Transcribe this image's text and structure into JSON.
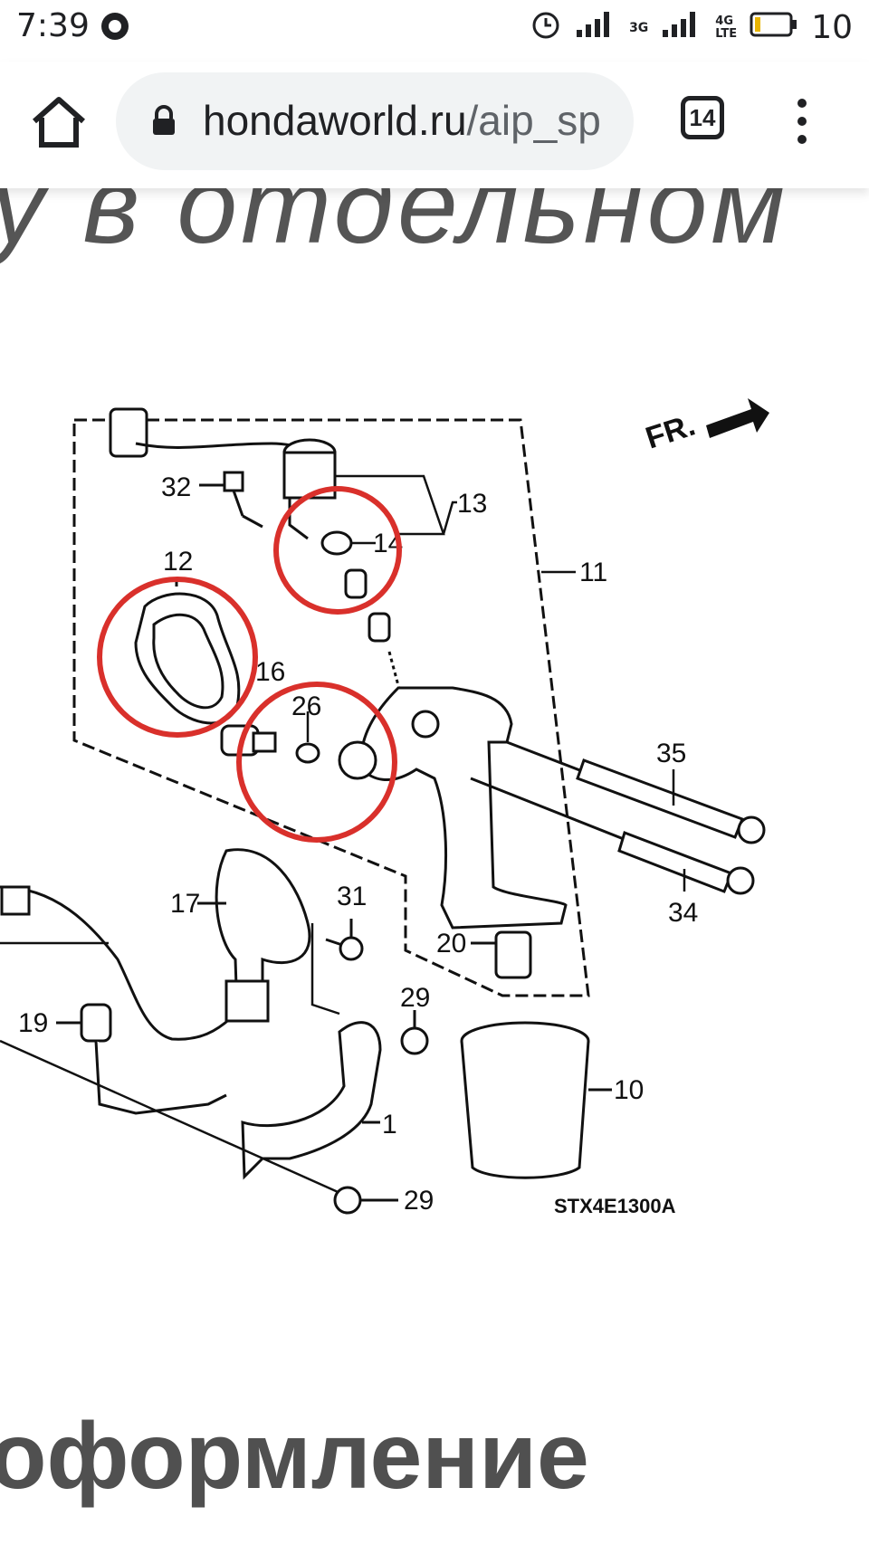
{
  "status_bar": {
    "time": "7:39",
    "network_3g": "3G",
    "network_4g": "4G",
    "network_lte": "LTE",
    "battery": "10"
  },
  "toolbar": {
    "url_domain": "hondaworld.ru",
    "url_path": "/aip_sp",
    "tab_count": "14"
  },
  "page": {
    "partial_heading_top": "у в отдельном",
    "partial_heading_bottom": "оформление"
  },
  "diagram": {
    "orientation_label": "FR.",
    "code": "STX4E1300A",
    "callouts": {
      "c1": "1",
      "c10": "10",
      "c11": "11",
      "c12": "12",
      "c13": "13",
      "c14": "14",
      "c16": "16",
      "c17": "17",
      "c19": "19",
      "c20": "20",
      "c26": "26",
      "c29a": "29",
      "c29b": "29",
      "c31": "31",
      "c32": "32",
      "c34": "34",
      "c35": "35"
    },
    "highlight_color": "#d9302b"
  }
}
